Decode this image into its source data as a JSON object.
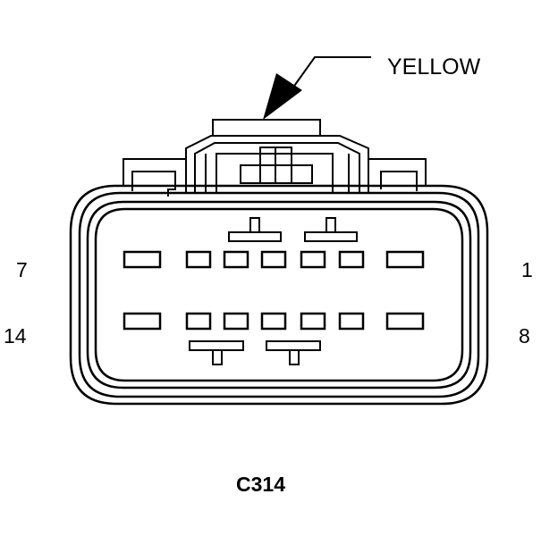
{
  "diagram": {
    "color_callout": "YELLOW",
    "connector_id": "C314",
    "pin_labels": {
      "top_left": "7",
      "top_right": "1",
      "bottom_left": "14",
      "bottom_right": "8"
    }
  },
  "colors": {
    "stroke": "#000000",
    "background": "#ffffff"
  }
}
